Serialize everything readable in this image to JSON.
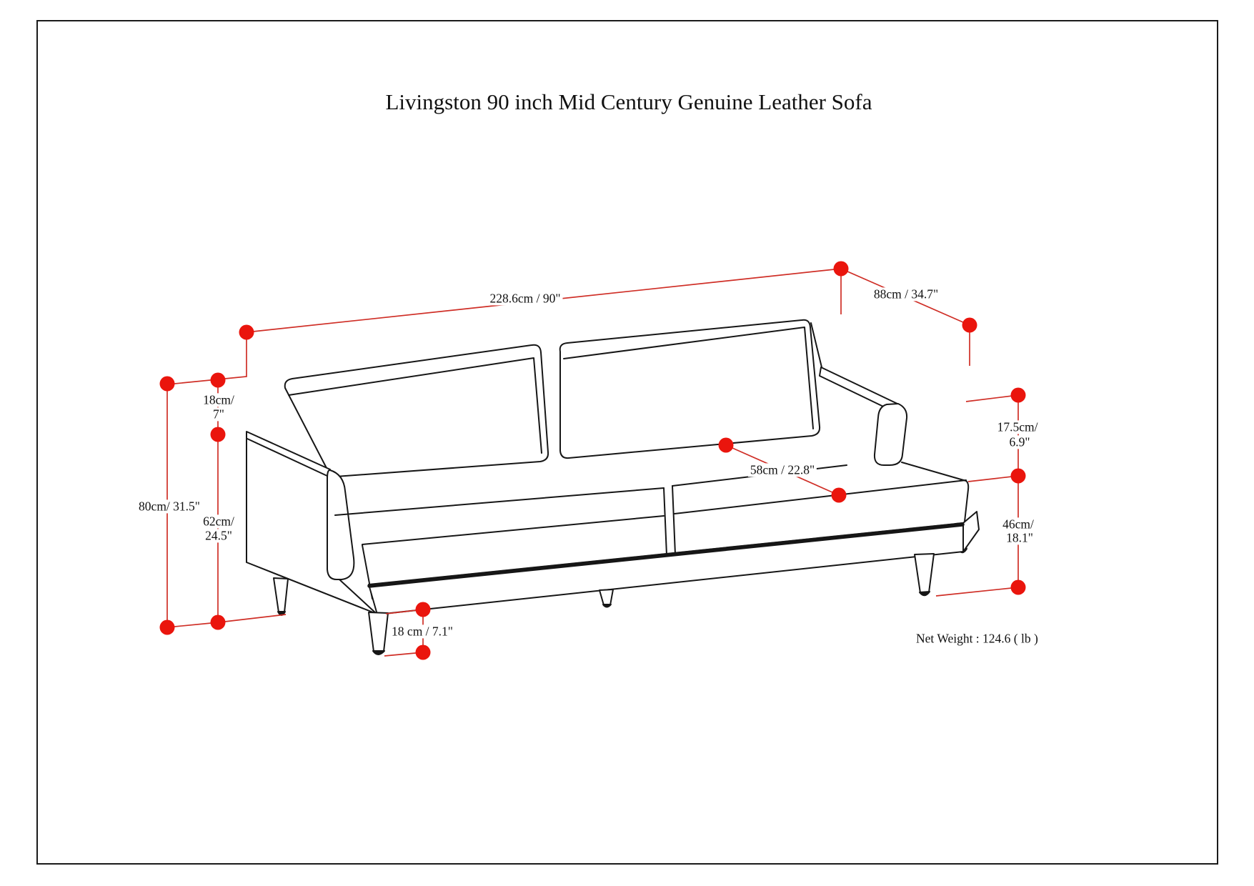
{
  "page": {
    "title": "Livingston 90 inch Mid Century Genuine Leather Sofa",
    "net_weight": "Net Weight : 124.6 ( lb )"
  },
  "colors": {
    "annotation_dot": "#ea150d",
    "annotation_line": "#cf2e26",
    "line_art": "#161616",
    "background": "#ffffff"
  },
  "dimensions": {
    "overall_width": "228.6cm / 90\"",
    "overall_depth": "88cm / 34.7\"",
    "back_cushion_height": {
      "line1": "18cm/",
      "line2": "7\""
    },
    "overall_height": "80cm/ 31.5\"",
    "arm_height": {
      "line1": "62cm/",
      "line2": "24.5\""
    },
    "seat_depth": "58cm / 22.8\"",
    "arm_above_seat": {
      "line1": "17.5cm/",
      "line2": "6.9\""
    },
    "seat_height": {
      "line1": "46cm/",
      "line2": "18.1\""
    },
    "leg_height": "18 cm / 7.1\""
  }
}
